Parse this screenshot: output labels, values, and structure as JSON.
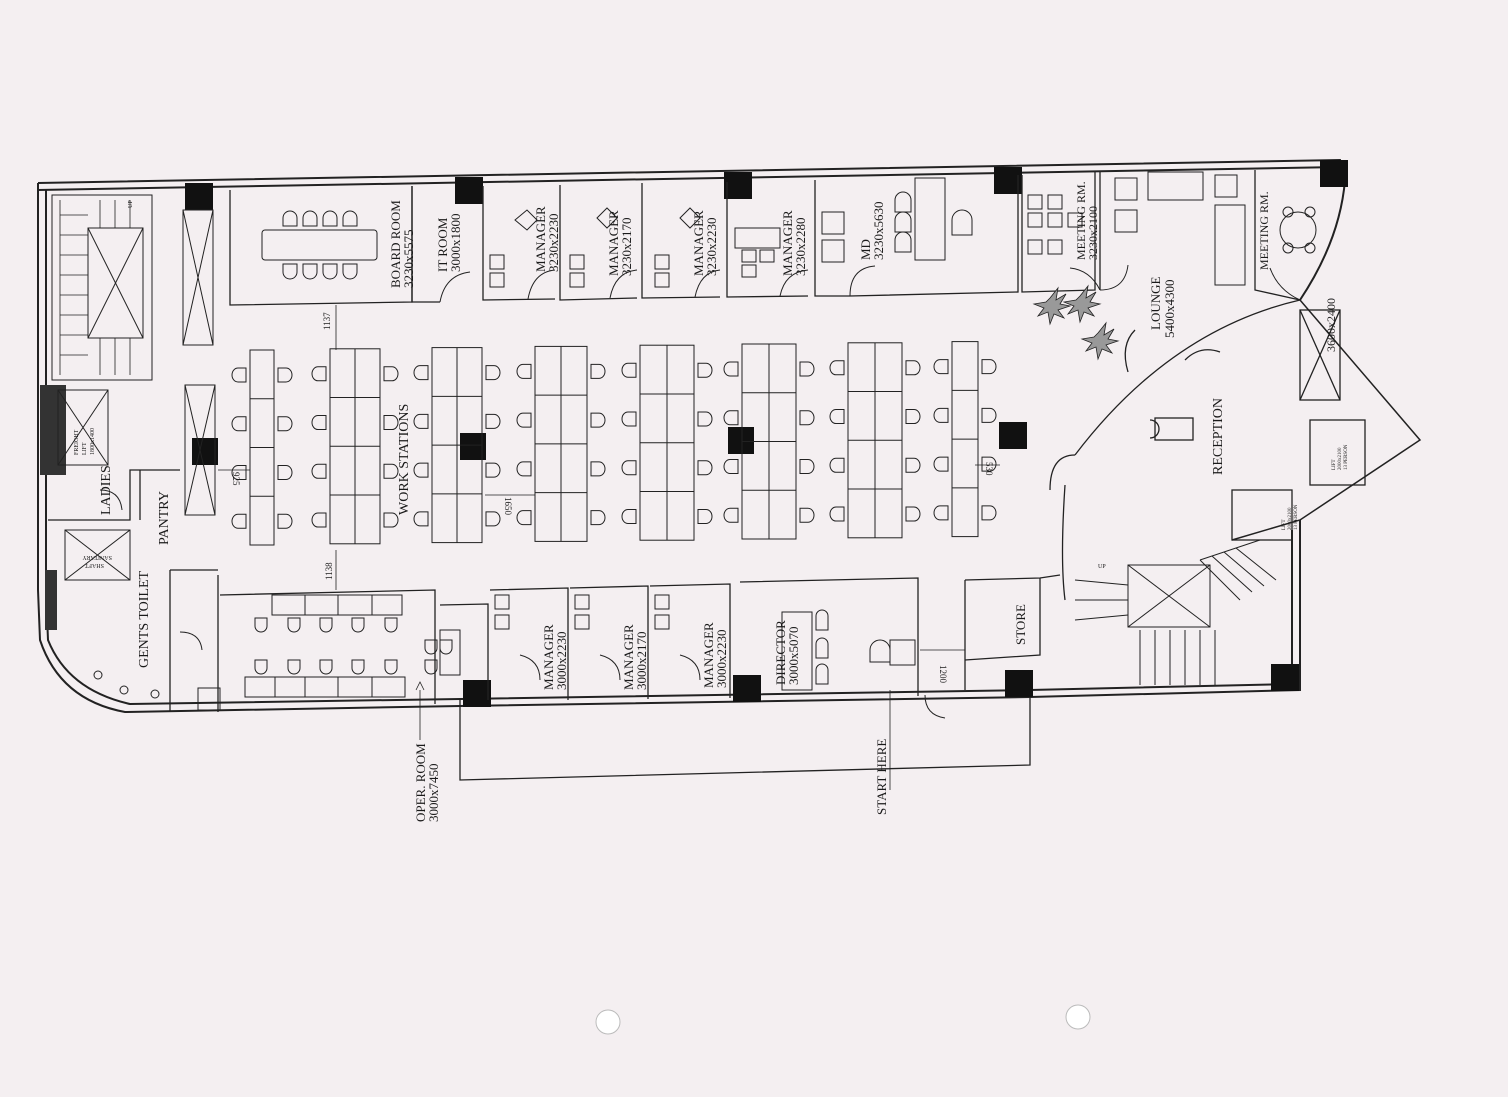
{
  "rooms": {
    "board_room": {
      "name": "BOARD ROOM",
      "size": "3230x5575"
    },
    "it_room": {
      "name": "IT ROOM",
      "size": "3000x1800"
    },
    "manager_top_1": {
      "name": "MANAGER",
      "size": "3230x2230"
    },
    "manager_top_2": {
      "name": "MANAGER",
      "size": "3230x2170"
    },
    "manager_top_3": {
      "name": "MANAGER",
      "size": "3230x2230"
    },
    "manager_top_4": {
      "name": "MANAGER",
      "size": "3230x2280"
    },
    "md": {
      "name": "MD",
      "size": "3230x5630"
    },
    "meeting_1": {
      "name": "MEETING RM.",
      "size": "3230x2100"
    },
    "meeting_2": {
      "name": "MEETING RM.",
      "size": "3600x2400"
    },
    "lounge": {
      "name": "LOUNGE",
      "size": "5400x4300"
    },
    "reception": {
      "name": "RECEPTION"
    },
    "work_stations": {
      "name": "WORK STATIONS"
    },
    "pantry": {
      "name": "PANTRY"
    },
    "ladies": {
      "name": "LADIES"
    },
    "gents_toilet": {
      "name": "GENTS TOILET"
    },
    "oper_room": {
      "name": "OPER. ROOM",
      "size": "3000x7450"
    },
    "manager_bot_1": {
      "name": "MANAGER",
      "size": "3000x2230"
    },
    "manager_bot_2": {
      "name": "MANAGER",
      "size": "3000x2170"
    },
    "manager_bot_3": {
      "name": "MANAGER",
      "size": "3000x2230"
    },
    "director": {
      "name": "DIRECTOR",
      "size": "3000x5070"
    },
    "store": {
      "name": "STORE"
    }
  },
  "lifts": {
    "freight": {
      "line1": "FREIGHT",
      "line2": "LIFT",
      "line3": "1800x1400"
    },
    "lift_a": {
      "line1": "LIFT",
      "line2": "2000x2100",
      "line3": "13 PERSON"
    },
    "lift_b": {
      "line1": "LIFT",
      "line2": "2000x2100",
      "line3": "13 PERSON"
    }
  },
  "dimensions": {
    "d_1137_top": "1137",
    "d_1138_bot": "1138",
    "d_925": "925",
    "d_1650": "1650",
    "d_530": "530",
    "d_1200": "1200"
  },
  "annotations": {
    "start_here": "START HERE",
    "up_stair": "UP",
    "up_stair_2": "UP",
    "sanitary": "SANITARY",
    "shaft": "SHAFT"
  }
}
